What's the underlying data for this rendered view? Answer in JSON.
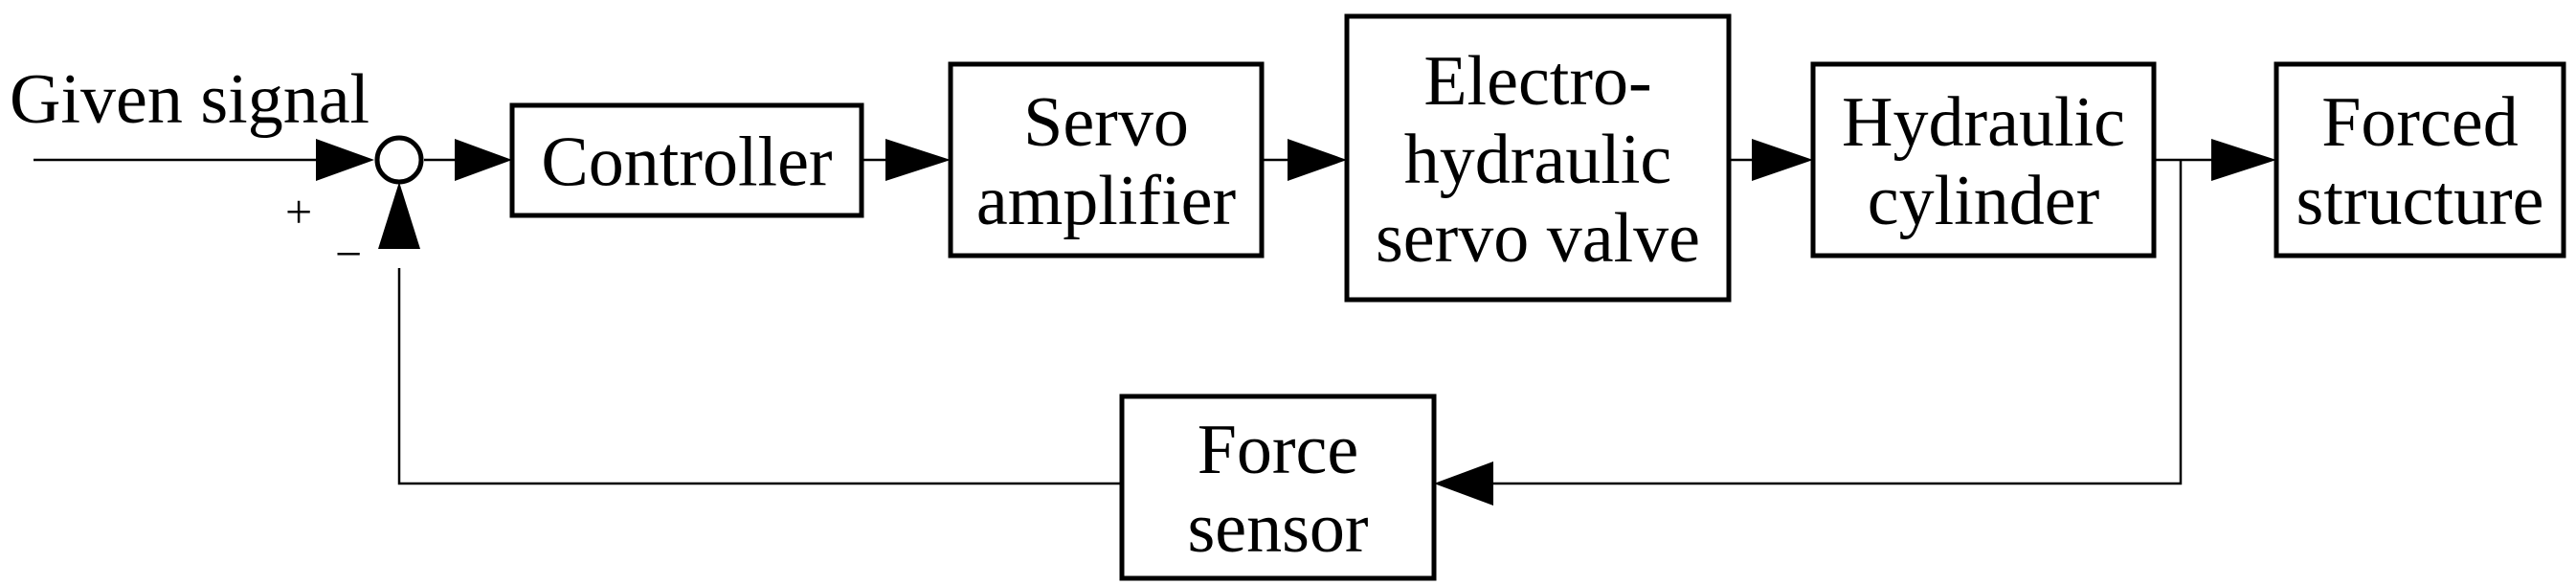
{
  "input": {
    "label": "Given signal"
  },
  "summing_junction": {
    "plus": "+",
    "minus": "−"
  },
  "blocks": {
    "controller": {
      "lines": [
        "Controller"
      ]
    },
    "servo_amplifier": {
      "lines": [
        "Servo",
        "amplifier"
      ]
    },
    "servo_valve": {
      "lines": [
        "Electro-",
        "hydraulic",
        "servo valve"
      ]
    },
    "hydraulic_cylinder": {
      "lines": [
        "Hydraulic",
        "cylinder"
      ]
    },
    "forced_structure": {
      "lines": [
        "Forced",
        "structure"
      ]
    },
    "force_sensor": {
      "lines": [
        "Force",
        "sensor"
      ]
    }
  }
}
